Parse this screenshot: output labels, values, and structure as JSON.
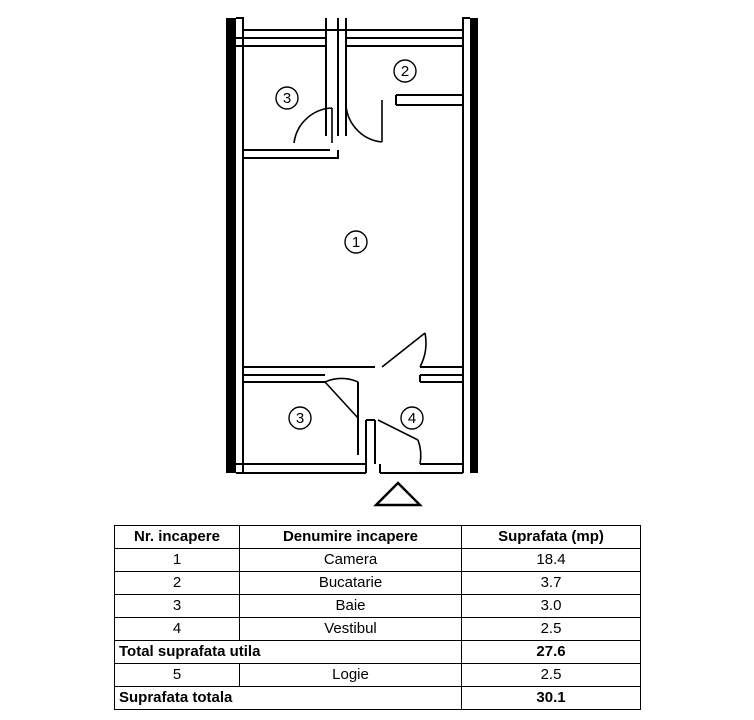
{
  "plan": {
    "room_labels": [
      {
        "id": "bucatarie",
        "num": "2"
      },
      {
        "id": "baie-top",
        "num": "3"
      },
      {
        "id": "camera",
        "num": "1"
      },
      {
        "id": "baie-bottom",
        "num": "3"
      },
      {
        "id": "vestibul",
        "num": "4"
      }
    ],
    "entrance_icon": "triangle-entrance-icon"
  },
  "table": {
    "headers": [
      "Nr. incapere",
      "Denumire incapere",
      "Suprafata  (mp)"
    ],
    "rows": [
      {
        "nr": "1",
        "name": "Camera",
        "area": "18.4"
      },
      {
        "nr": "2",
        "name": "Bucatarie",
        "area": "3.7"
      },
      {
        "nr": "3",
        "name": "Baie",
        "area": "3.0"
      },
      {
        "nr": "4",
        "name": "Vestibul",
        "area": "2.5"
      }
    ],
    "total_util": {
      "label": "Total suprafata utila",
      "value": "27.6"
    },
    "logie": {
      "nr": "5",
      "name": "Logie",
      "area": "2.5"
    },
    "total": {
      "label": "Suprafata totala",
      "value": "30.1"
    }
  }
}
